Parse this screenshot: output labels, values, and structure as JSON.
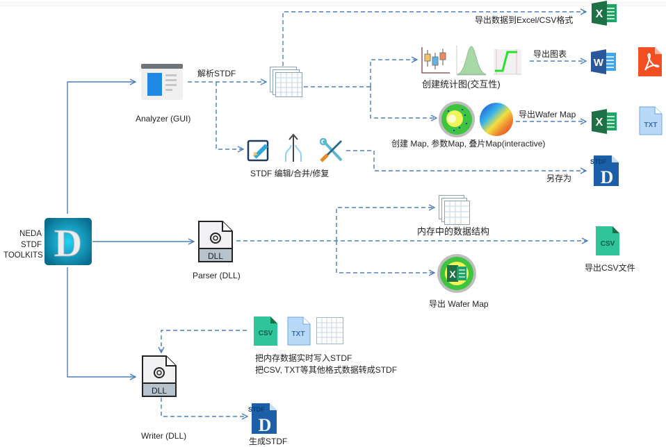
{
  "title": "NEDA STDF TOOLKITS",
  "root": {
    "line1": "NEDA",
    "line2": "STDF",
    "line3": "TOOLKITS"
  },
  "colors": {
    "wire": "#4a7ebb",
    "excel": "#1e7145",
    "word": "#2b579a",
    "pdf": "#f25022",
    "csv": "#2fc49a",
    "txt": "#b8d9f7",
    "stdf": "#1a5fa8"
  },
  "analyzer": {
    "label": "Analyzer (GUI)",
    "parse_label": "解析STDF",
    "export_excel_label": "导出数据到Excel/CSV格式",
    "charts_label": "创建统计图(交互性)",
    "export_chart_label": "导出图表",
    "maps_label": "创建 Map, 参数Map, 叠片Map(interactive)",
    "export_wafer_label": "导出Wafer Map",
    "edit_label": "STDF 编辑/合并/修复",
    "save_as_label": "另存为",
    "txt_icon": "TXT",
    "stdf_icon": "STDF"
  },
  "parser": {
    "label": "Parser (DLL)",
    "dll_text": "DLL",
    "memory_label": "内存中的数据结构",
    "export_csv_label": "导出CSV文件",
    "csv_icon": "CSV",
    "export_wafer_label": "导出 Wafer Map"
  },
  "writer": {
    "label": "Writer (DLL)",
    "dll_text": "DLL",
    "input_line1": "把内存数据实时写入STDF",
    "input_line2": "把CSV, TXT等其他格式数据转成STDF",
    "csv_icon": "CSV",
    "txt_icon": "TXT",
    "output_label": "生成STDF",
    "stdf_icon": "STDF"
  }
}
